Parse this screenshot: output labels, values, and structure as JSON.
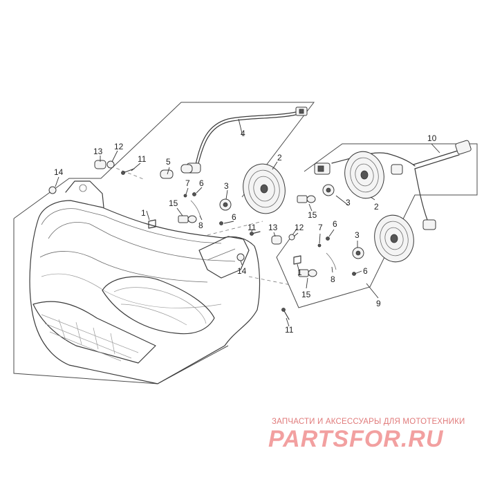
{
  "callouts": {
    "n1a": "1",
    "n1b": "1",
    "n2a": "2",
    "n2b": "2",
    "n3a": "3",
    "n3b": "3",
    "n3c": "3",
    "n4": "4",
    "n5": "5",
    "n6a": "6",
    "n6b": "6",
    "n6c": "6",
    "n6d": "6",
    "n7a": "7",
    "n7b": "7",
    "n8a": "8",
    "n8b": "8",
    "n9": "9",
    "n10": "10",
    "n11a": "11",
    "n11b": "11",
    "n11c": "11",
    "n12a": "12",
    "n12b": "12",
    "n13a": "13",
    "n13b": "13",
    "n14a": "14",
    "n14b": "14",
    "n15a": "15",
    "n15b": "15",
    "n15c": "15"
  },
  "watermark": {
    "tagline": "ЗАПЧАСТИ И АКСЕССУАРЫ ДЛЯ МОТОТЕХНИКИ",
    "logo": "PARTSFOR.RU",
    "color": "#f2a0a0"
  }
}
